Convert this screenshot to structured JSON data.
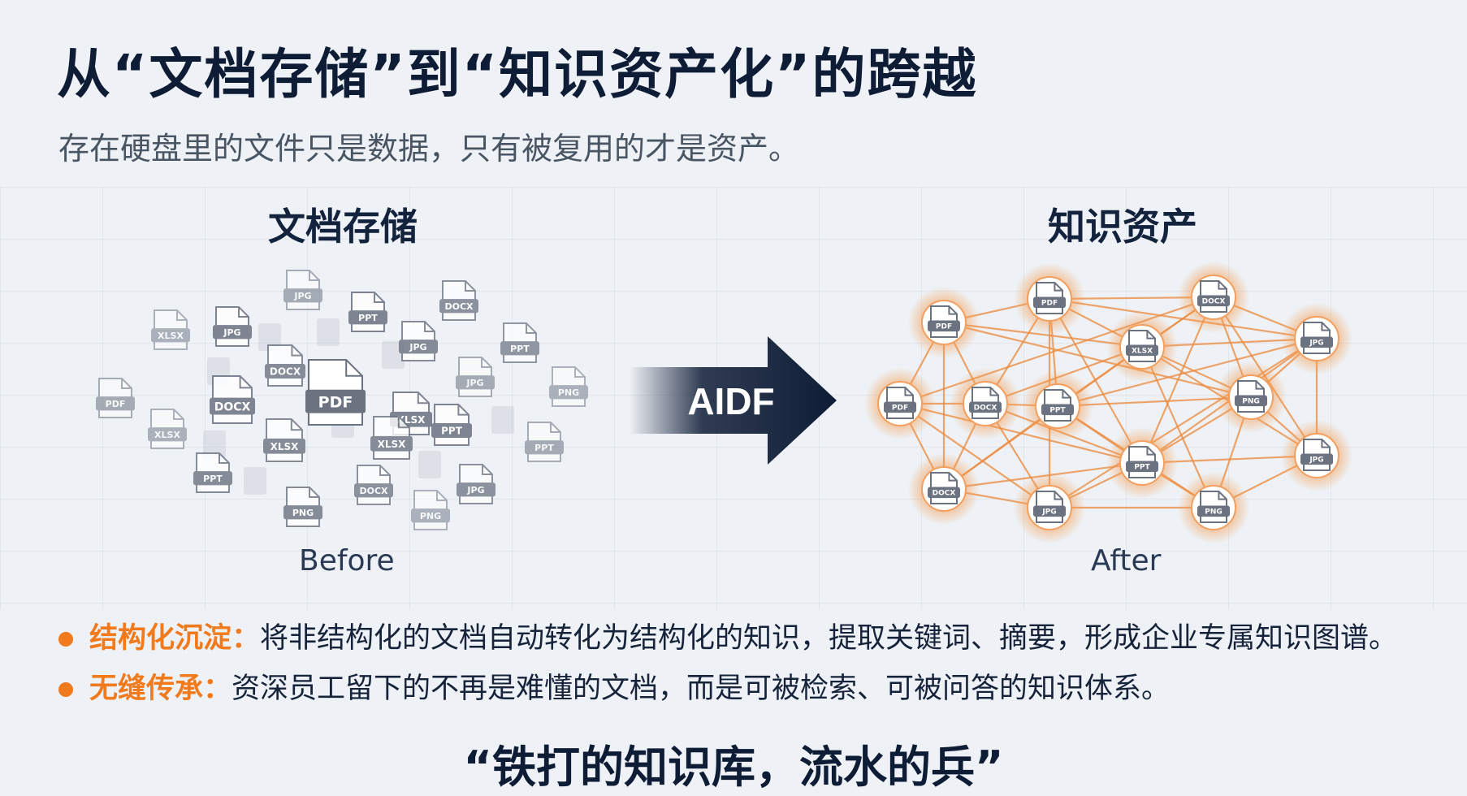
{
  "title": "从“文档存储”到“知识资产化”的跨越",
  "subtitle": "存在硬盘里的文件只是数据，只有被复用的才是资产。",
  "left_panel": {
    "heading": "文档存储",
    "caption": "Before",
    "files": [
      "JPG",
      "XLSX",
      "JPG",
      "PPT",
      "DOCX",
      "JPG",
      "PPT",
      "PDF",
      "DOCX",
      "DOCX",
      "PDF",
      "XLSX",
      "JPG",
      "PNG",
      "XLSX",
      "XLSX",
      "XLSX",
      "PPT",
      "PPT",
      "PPT",
      "DOCX",
      "PNG",
      "PNG",
      "JPG"
    ]
  },
  "arrow": {
    "label": "AIDF"
  },
  "right_panel": {
    "heading": "知识资产",
    "caption": "After",
    "nodes": [
      "PDF",
      "PDF",
      "DOCX",
      "XLSX",
      "JPG",
      "PDF",
      "DOCX",
      "PPT",
      "PNG",
      "PPT",
      "JPG",
      "DOCX",
      "JPG",
      "PNG"
    ]
  },
  "bullets": [
    {
      "head": "结构化沉淀：",
      "text": "将非结构化的文档自动转化为结构化的知识，提取关键词、摘要，形成企业专属知识图谱。"
    },
    {
      "head": "无缝传承：",
      "text": "资深员工留下的不再是难懂的文档，而是可被检索、可被问答的知识体系。"
    }
  ],
  "quote": "“铁打的知识库，流水的兵”",
  "colors": {
    "accent": "#f07a1c",
    "navy": "#0e1c36",
    "file_gray": "#6b7280"
  }
}
